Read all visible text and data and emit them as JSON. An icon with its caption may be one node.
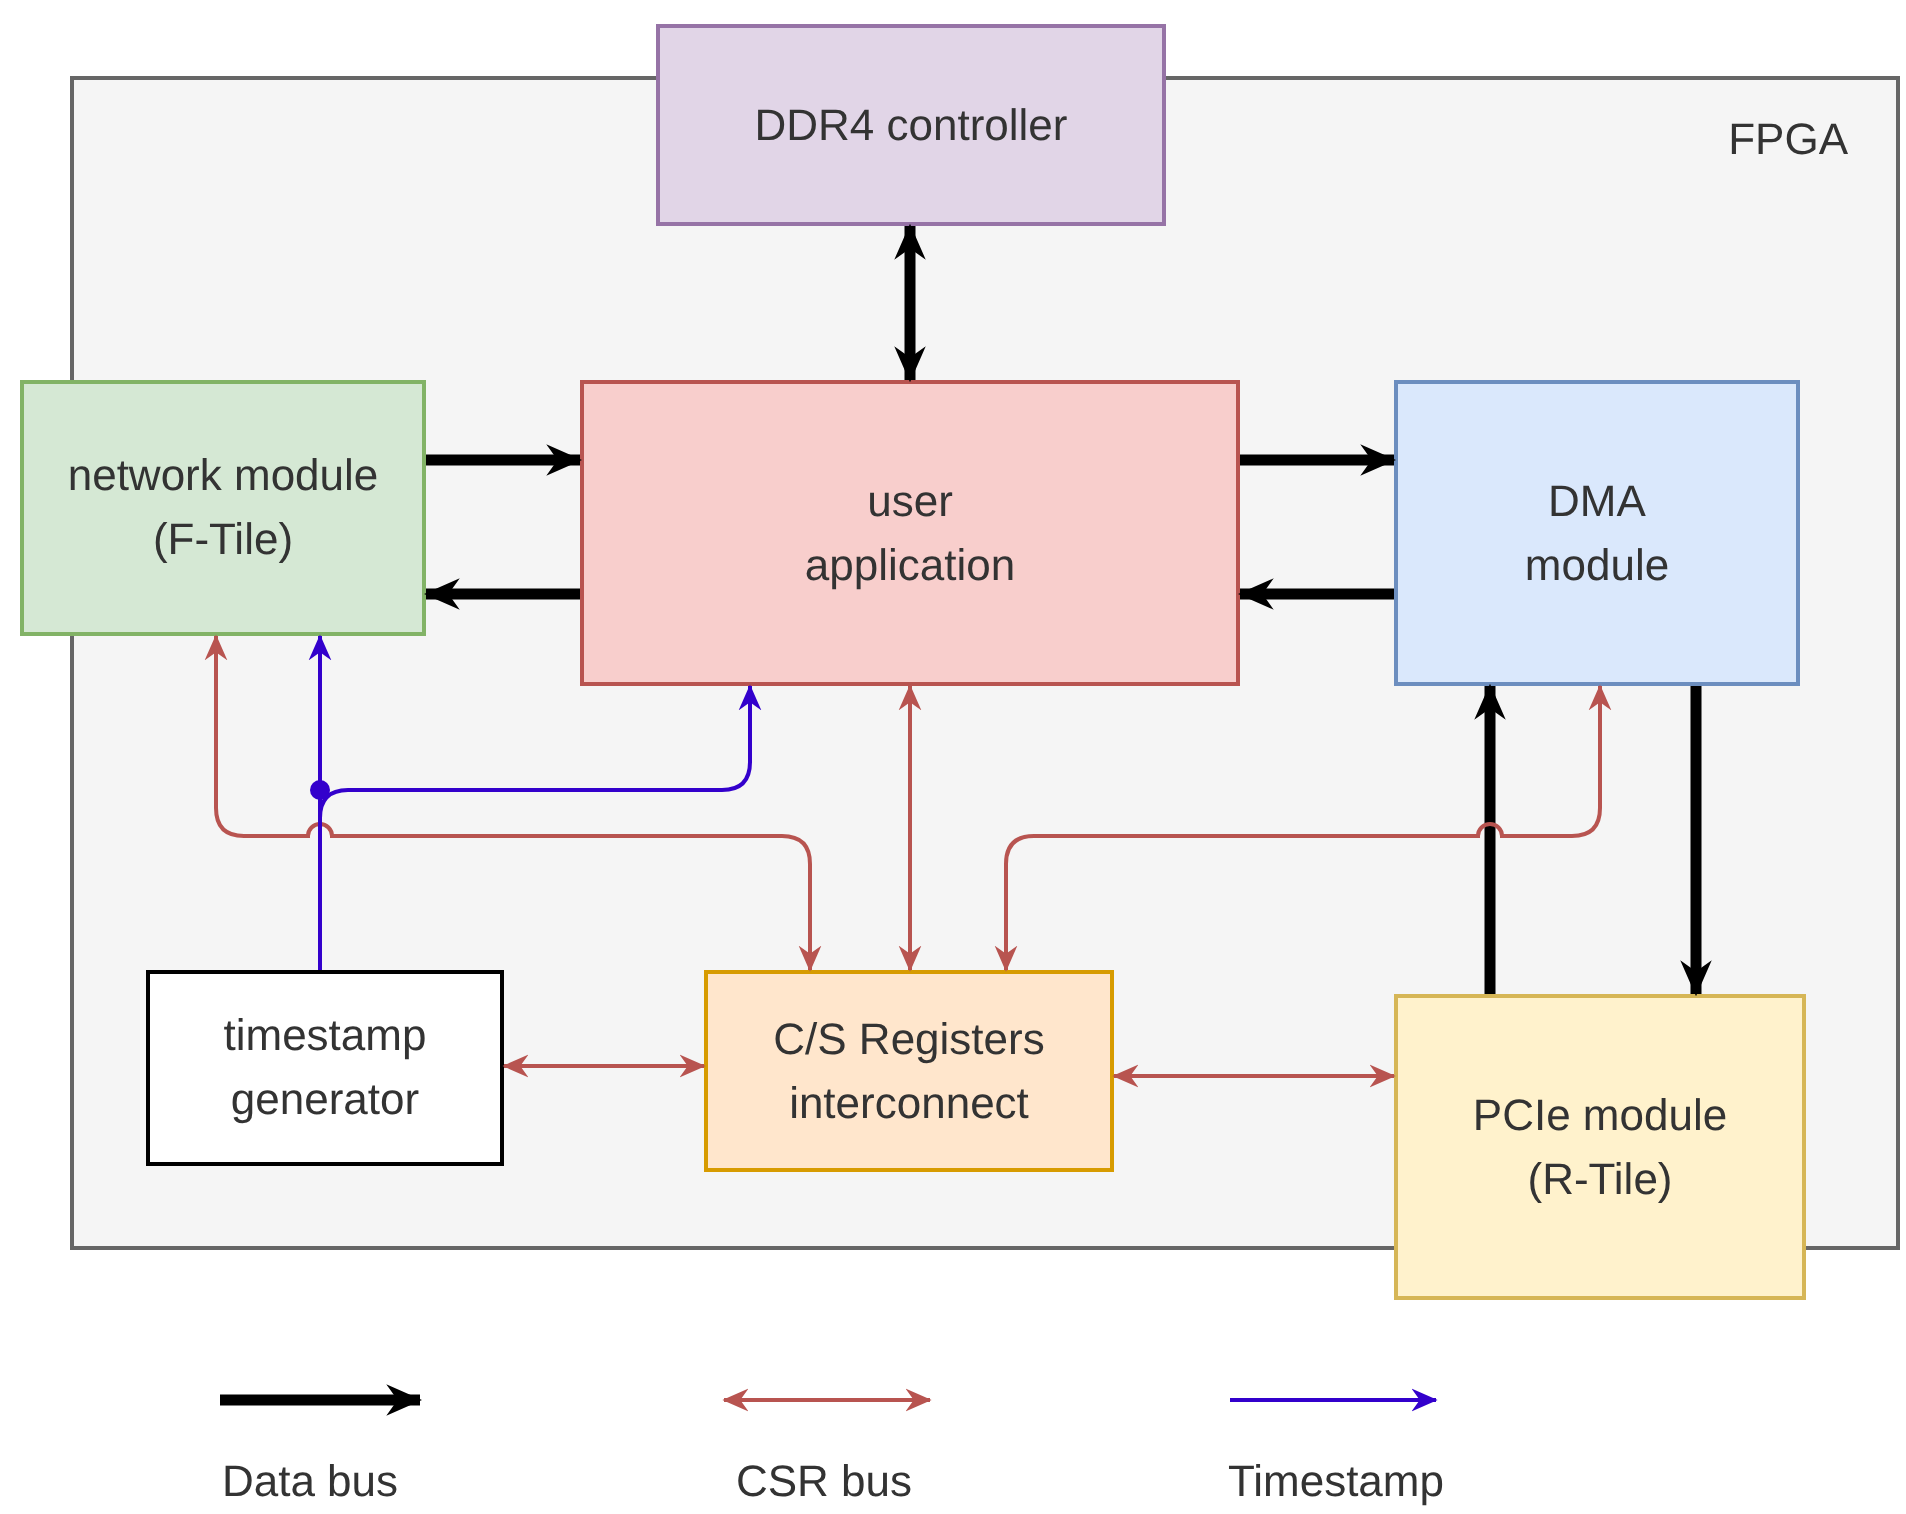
{
  "diagram": {
    "nodes": [
      {
        "text": [
          "FPGA"
        ]
      },
      {
        "text": [
          "DDR4 controller"
        ]
      },
      {
        "text": [
          "network module (F-Tile)"
        ]
      },
      {
        "text": [
          "user application"
        ],
        "in": 0
      },
      {
        "text": [
          "DMA module"
        ],
        "in": 0
      },
      {
        "text": [
          "timestamp generator"
        ],
        "in": 0
      },
      {
        "text": [
          "C/S Registers interconnect"
        ],
        "in": 0
      },
      {
        "text": [
          "PCIe module (R-Tile)"
        ]
      }
    ],
    "edges": [
      {
        "from": 1,
        "to": 3,
        "arrow": "both",
        "style": "thick"
      },
      {
        "from": 2,
        "to": 3,
        "arrow": "to",
        "style": "thick"
      },
      {
        "from": 3,
        "to": 2,
        "arrow": "to",
        "style": "thick"
      },
      {
        "from": 3,
        "to": 4,
        "arrow": "to",
        "style": "thick"
      },
      {
        "from": 4,
        "to": 3,
        "arrow": "to",
        "style": "thick"
      },
      {
        "from": 7,
        "to": 4,
        "arrow": "to",
        "style": "thick"
      },
      {
        "from": 4,
        "to": 7,
        "arrow": "to",
        "style": "thick"
      },
      {
        "from": 2,
        "to": 6,
        "arrow": "both",
        "color": "#b85450"
      },
      {
        "from": 3,
        "to": 6,
        "arrow": "both",
        "color": "#b85450"
      },
      {
        "from": 4,
        "to": 6,
        "arrow": "both",
        "color": "#b85450"
      },
      {
        "from": 5,
        "to": 6,
        "arrow": "both",
        "color": "#b85450"
      },
      {
        "from": 6,
        "to": 7,
        "arrow": "both",
        "color": "#b85450"
      },
      {
        "from": 5,
        "to": 2,
        "arrow": "to",
        "color": "#3300cc"
      },
      {
        "from": 5,
        "to": 3,
        "arrow": "to",
        "color": "#3300cc"
      }
    ],
    "legend": [
      {
        "text": "Data bus"
      },
      {
        "text": "CSR bus"
      },
      {
        "text": "Timestamp"
      }
    ]
  }
}
